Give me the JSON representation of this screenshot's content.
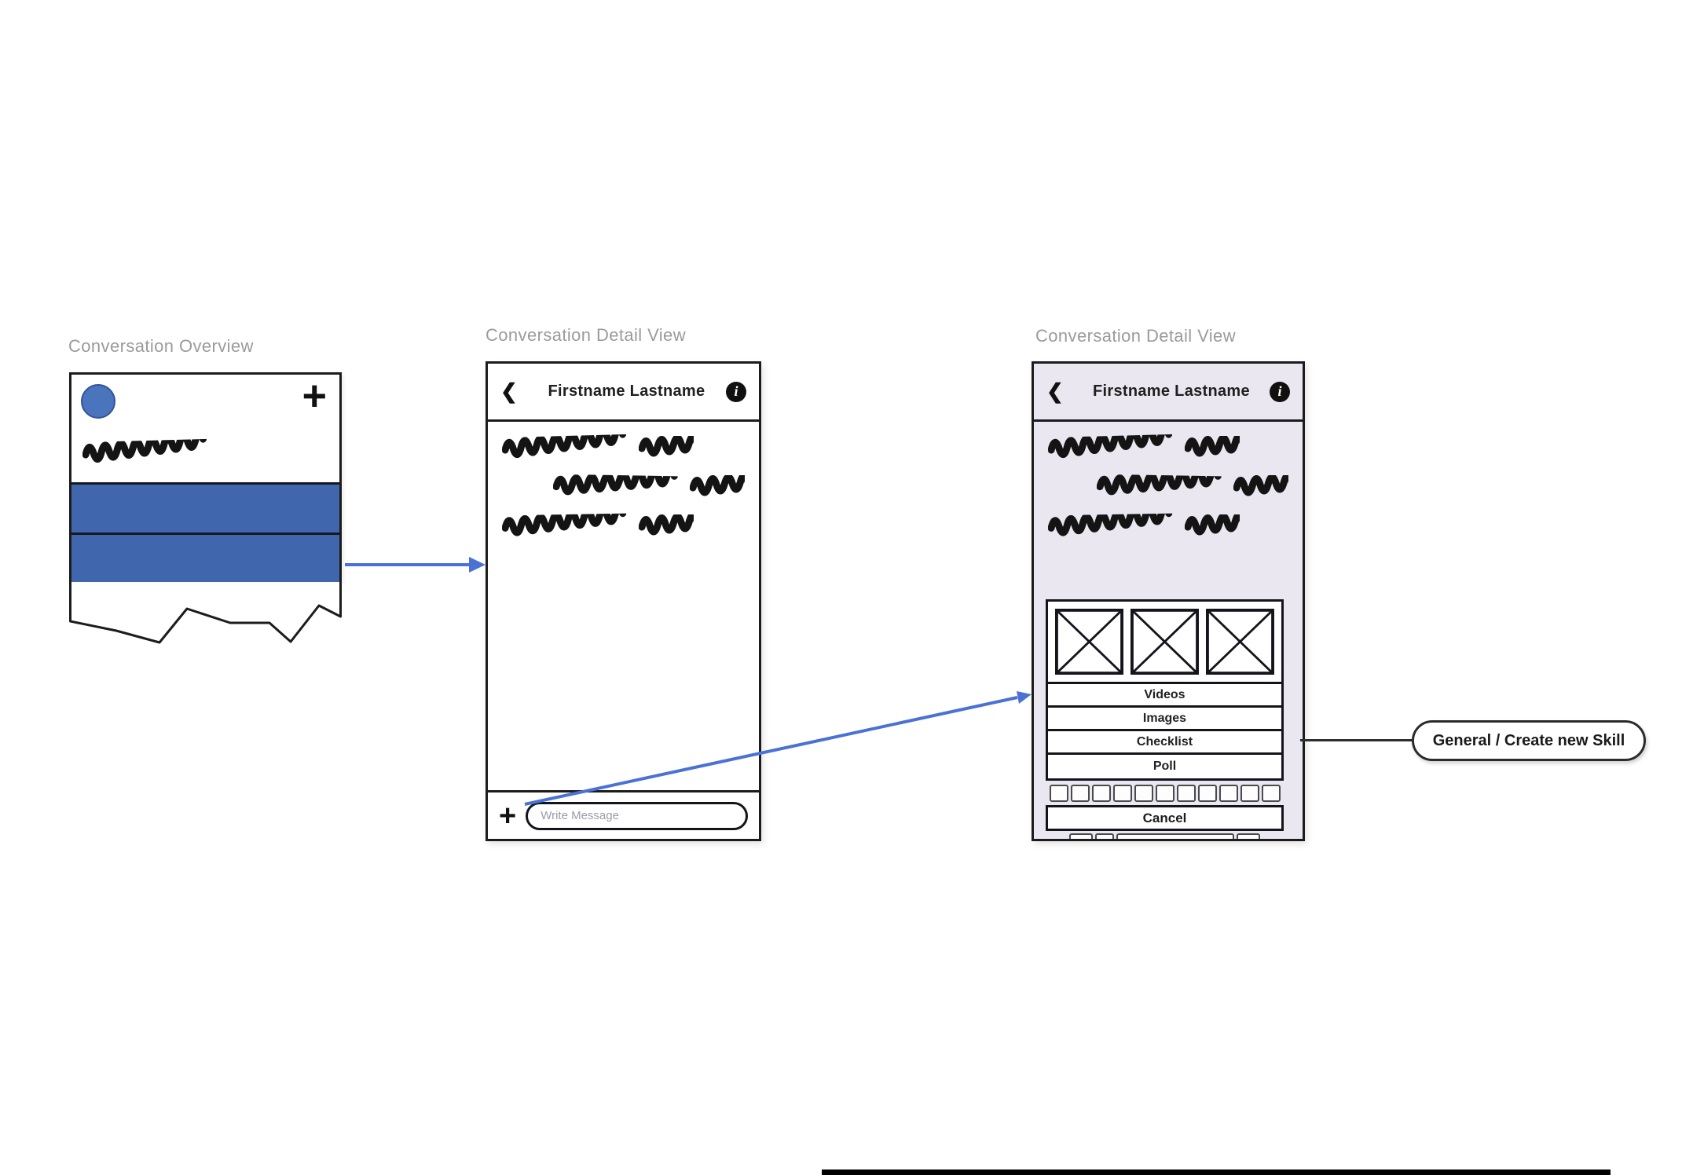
{
  "colors": {
    "accent_blue": "#4a71d6",
    "row_blue": "#4066ae",
    "avatar_blue": "#4a74bc",
    "ink": "#1c1c1c",
    "title_grey": "#9b9b9b",
    "tint_lavender": "#eae7f0"
  },
  "screens": {
    "overview": {
      "title": "Conversation Overview",
      "add_button": "+"
    },
    "detail": {
      "title": "Conversation Detail View",
      "back_icon": "❮",
      "contact_name": "Firstname Lastname",
      "info_icon": "i",
      "composer": {
        "add_button": "+",
        "placeholder": "Write Message"
      }
    },
    "detail_sheet": {
      "title": "Conversation Detail View",
      "back_icon": "❮",
      "contact_name": "Firstname Lastname",
      "info_icon": "i",
      "options": [
        "Videos",
        "Images",
        "Checklist",
        "Poll"
      ],
      "cancel_label": "Cancel"
    }
  },
  "annotation": {
    "label": "General / Create new Skill"
  }
}
